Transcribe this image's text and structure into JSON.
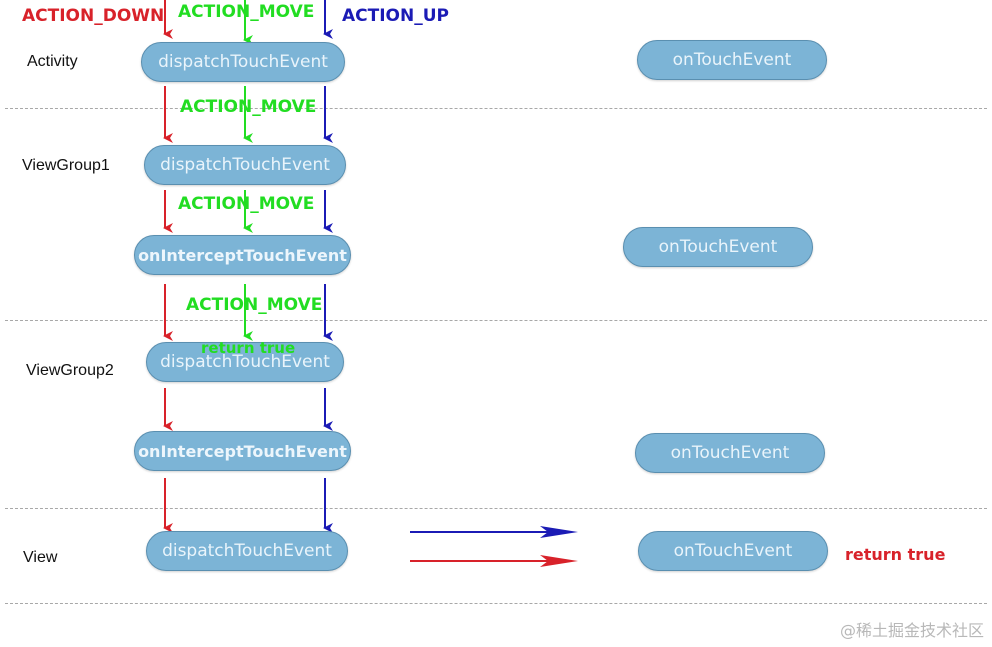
{
  "colors": {
    "down": "#d8222a",
    "move": "#22dd22",
    "up": "#1b1bb5",
    "node": "#7cb4d6"
  },
  "events": {
    "down": "ACTION_DOWN",
    "move": "ACTION_MOVE",
    "up": "ACTION_UP"
  },
  "layers": {
    "activity": "Activity",
    "viewgroup1": "ViewGroup1",
    "viewgroup2": "ViewGroup2",
    "view": "View"
  },
  "nodes": {
    "dispatch": "dispatchTouchEvent",
    "intercept": "onInterceptTouchEvent",
    "ontouch": "onTouchEvent"
  },
  "annotations": {
    "vg2_return": "return true",
    "view_return": "return true"
  },
  "watermark": "@稀土掘金技术社区"
}
